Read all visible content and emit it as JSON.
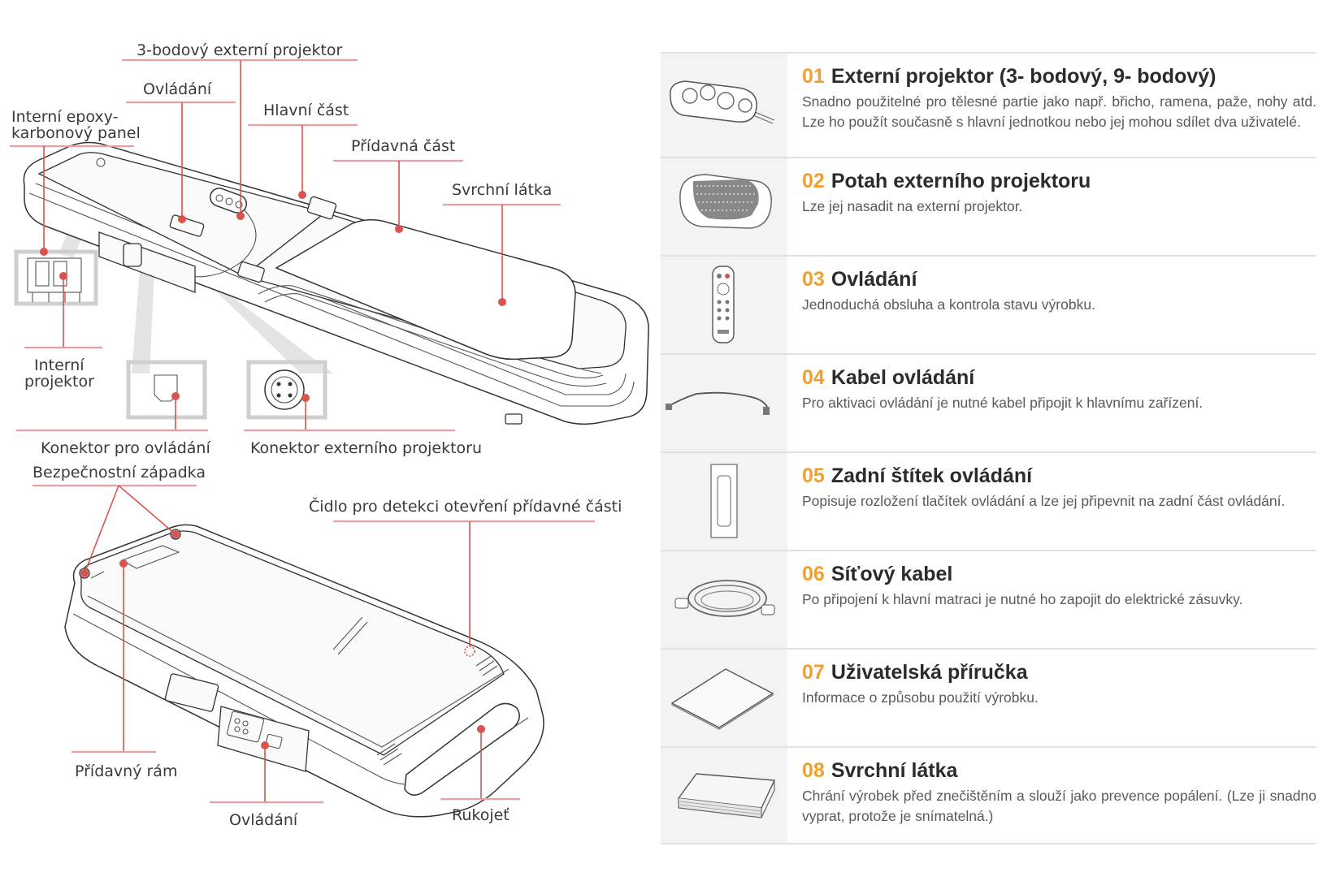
{
  "top_diagram": {
    "labels": {
      "external_3pt": "3-bodový externí projektor",
      "control": "Ovládání",
      "internal_panel_1": "Interní epoxy-",
      "internal_panel_2": "karbonový panel",
      "main_part": "Hlavní část",
      "extra_part": "Přídavná část",
      "top_fabric": "Svrchní látka",
      "internal_projector_1": "Interní",
      "internal_projector_2": "projektor",
      "control_connector": "Konektor pro ovládání",
      "external_connector": "Konektor externího projektoru"
    }
  },
  "bottom_diagram": {
    "labels": {
      "safety_latch": "Bezpečnostní západka",
      "sensor": "Čidlo pro detekci otevření přídavné části",
      "extra_frame": "Přídavný rám",
      "control": "Ovládání",
      "handle": "Rukojeť"
    }
  },
  "accessories": [
    {
      "num": "01",
      "title": "Externí projektor (3- bodový, 9- bodový)",
      "desc": "Snadno použitelné pro tělesné partie jako např. břicho, ramena, paže, nohy atd. Lze ho použít současně s hlavní jednotkou nebo jej mohou sdílet dva uživatelé.",
      "icon": "external-projector"
    },
    {
      "num": "02",
      "title": "Potah externího projektoru",
      "desc": "Lze jej nasadit na externí projektor.",
      "icon": "projector-cover"
    },
    {
      "num": "03",
      "title": "Ovládání",
      "desc": "Jednoduchá obsluha a kontrola stavu výrobku.",
      "icon": "remote-control"
    },
    {
      "num": "04",
      "title": "Kabel ovládání",
      "desc": "Pro aktivaci ovládání je nutné kabel připojit k hlavnímu zařízení.",
      "icon": "control-cable"
    },
    {
      "num": "05",
      "title": "Zadní štítek ovládání",
      "desc": "Popisuje rozložení tlačítek ovládání a lze jej připevnit na zadní část ovládání.",
      "icon": "back-label"
    },
    {
      "num": "06",
      "title": "Síťový kabel",
      "desc": "Po připojení k hlavní matraci je nutné ho zapojit do elektrické zásuvky.",
      "icon": "power-cable"
    },
    {
      "num": "07",
      "title": "Uživatelská příručka",
      "desc": "Informace o způsobu použití výrobku.",
      "icon": "user-manual"
    },
    {
      "num": "08",
      "title": "Svrchní látka",
      "desc": "Chrání výrobek před znečištěním a slouží jako prevence popálení. (Lze ji snadno vyprat, protože je snímatelná.)",
      "icon": "top-fabric"
    }
  ],
  "colors": {
    "accent": "#f0a030",
    "leader": "#d9534f",
    "divider": "#e2e2e2",
    "thumb_bg": "#f3f3f3"
  }
}
